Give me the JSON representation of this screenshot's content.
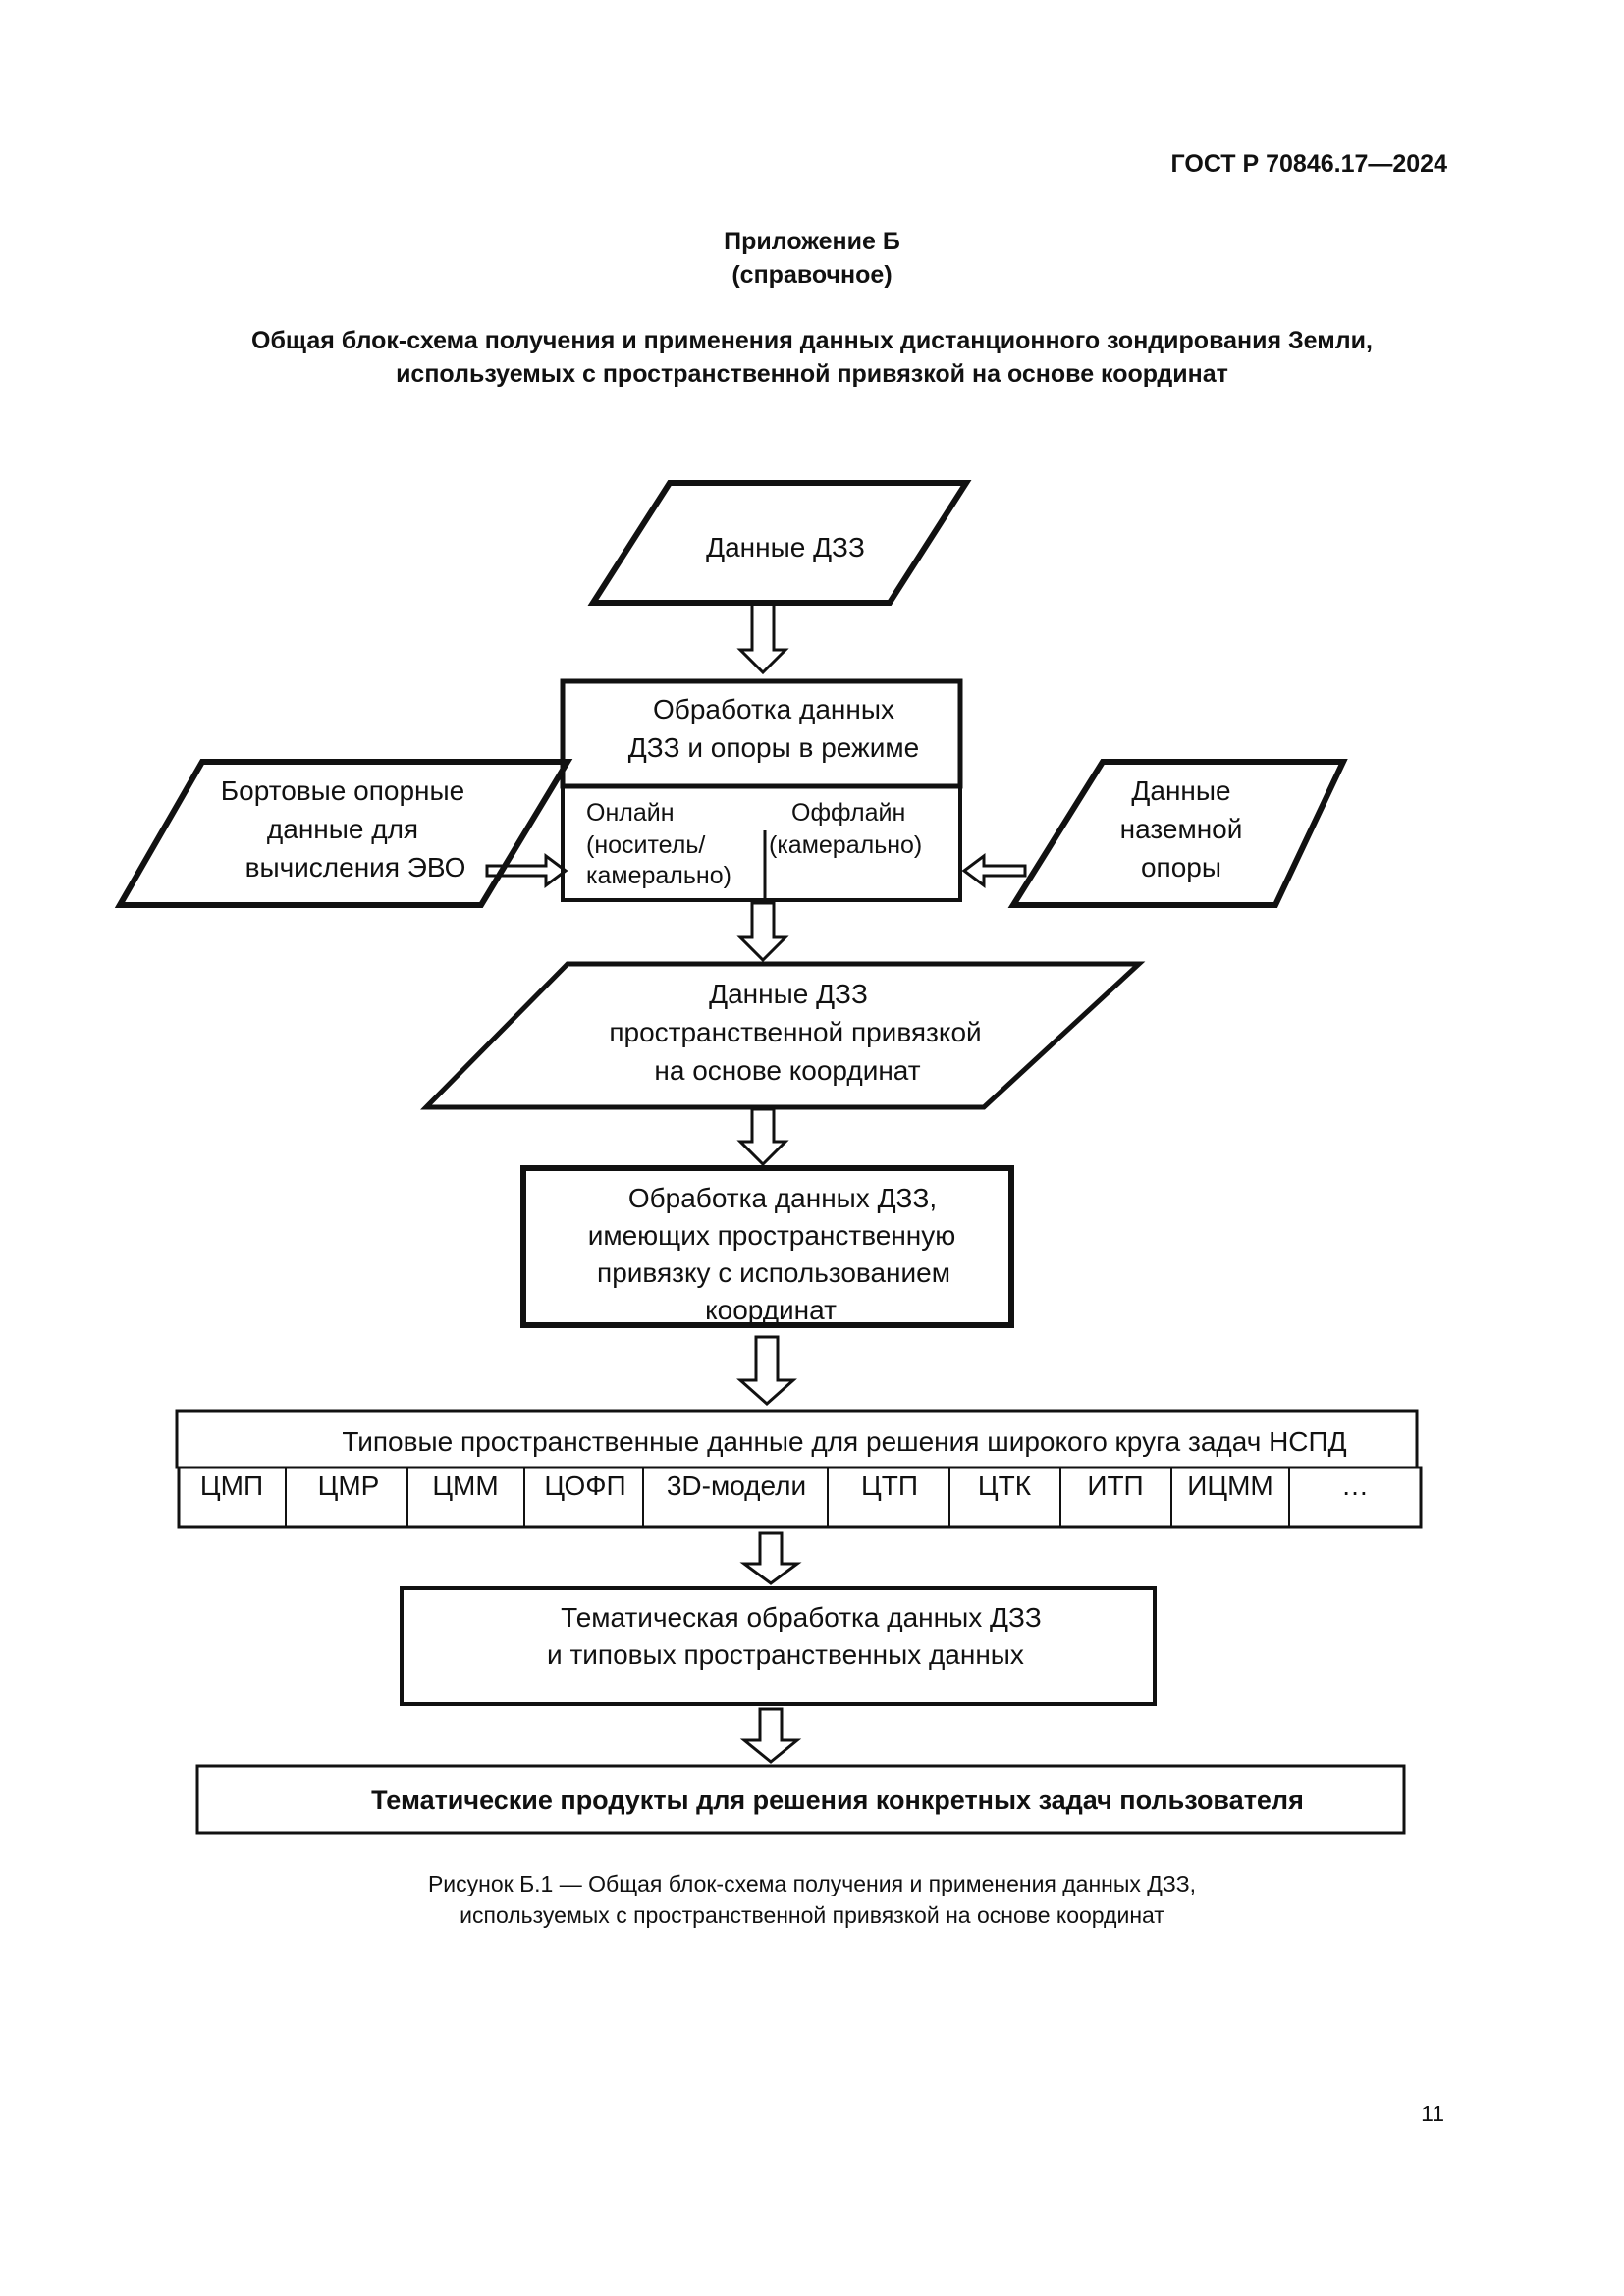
{
  "header": {
    "standard": "ГОСТ Р 70846.17—2024",
    "appendix_title": "Приложение Б",
    "appendix_subtitle": "(справочное)",
    "title_line_1": "Общая блок-схема получения и применения данных дистанционного зондирования Земли,",
    "title_line_2": "используемых с пространственной привязкой на основе координат"
  },
  "diagram": {
    "input_data": "Данные ДЗЗ",
    "processing_mode": [
      "Обработка данных",
      "ДЗЗ и опоры в режиме"
    ],
    "online": [
      "Онлайн",
      "(носитель/",
      "камерально)"
    ],
    "offline": [
      "Оффлайн",
      "(камерально)"
    ],
    "onboard_data": [
      "Бортовые опорные",
      "данные для",
      "вычисления ЭВО"
    ],
    "ground_data": [
      "Данные",
      "наземной",
      "опоры"
    ],
    "georef_data": [
      "Данные ДЗЗ",
      "пространственной привязкой",
      "на основе координат"
    ],
    "georef_processing": [
      "Обработка данных ДЗЗ,",
      "имеющих пространственную",
      "привязку с использованием",
      "координат"
    ],
    "typical_data_title": "Типовые пространственные данные для решения широкого круга задач НСПД",
    "typical_data_items": [
      "ЦМП",
      "ЦМР",
      "ЦММ",
      "ЦОФП",
      "3D-модели",
      "ЦТП",
      "ЦТК",
      "ИТП",
      "ИЦММ",
      "…"
    ],
    "thematic_processing": [
      "Тематическая обработка данных ДЗЗ",
      "и типовых пространственных данных"
    ],
    "thematic_products": "Тематические продукты для решения конкретных задач пользователя"
  },
  "caption": {
    "line_1": "Рисунок Б.1 — Общая блок-схема получения и применения данных ДЗЗ,",
    "line_2": "используемых с пространственной привязкой на основе координат"
  },
  "page_number": "11"
}
